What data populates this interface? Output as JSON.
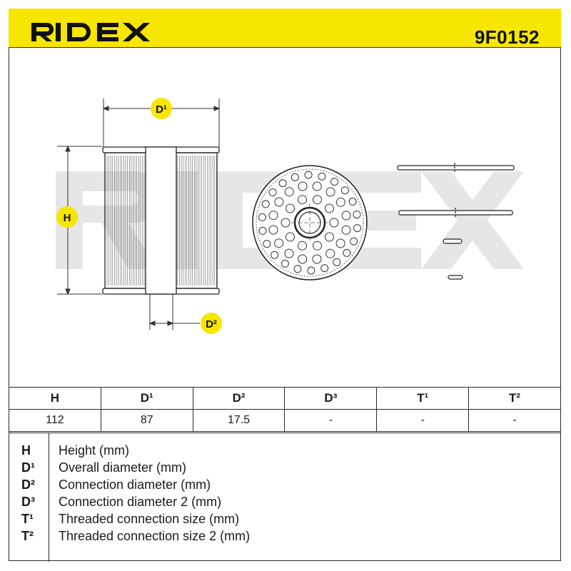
{
  "header": {
    "brand": "RIDEX",
    "part_number": "9F0152",
    "brand_color": "#f7e600"
  },
  "diagram": {
    "watermark": "RIDEX",
    "labels": {
      "d1": "D¹",
      "h": "H",
      "d2": "D²"
    }
  },
  "spec_table": {
    "columns": [
      "H",
      "D¹",
      "D²",
      "D³",
      "T¹",
      "T²"
    ],
    "values": [
      "112",
      "87",
      "17.5",
      "-",
      "-",
      "-"
    ]
  },
  "legend": {
    "items": [
      {
        "symbol": "H",
        "description": "Height (mm)"
      },
      {
        "symbol": "D¹",
        "description": "Overall diameter (mm)"
      },
      {
        "symbol": "D²",
        "description": "Connection diameter (mm)"
      },
      {
        "symbol": "D³",
        "description": "Connection diameter 2 (mm)"
      },
      {
        "symbol": "T¹",
        "description": "Threaded connection size (mm)"
      },
      {
        "symbol": "T²",
        "description": "Threaded connection size 2 (mm)"
      }
    ]
  }
}
